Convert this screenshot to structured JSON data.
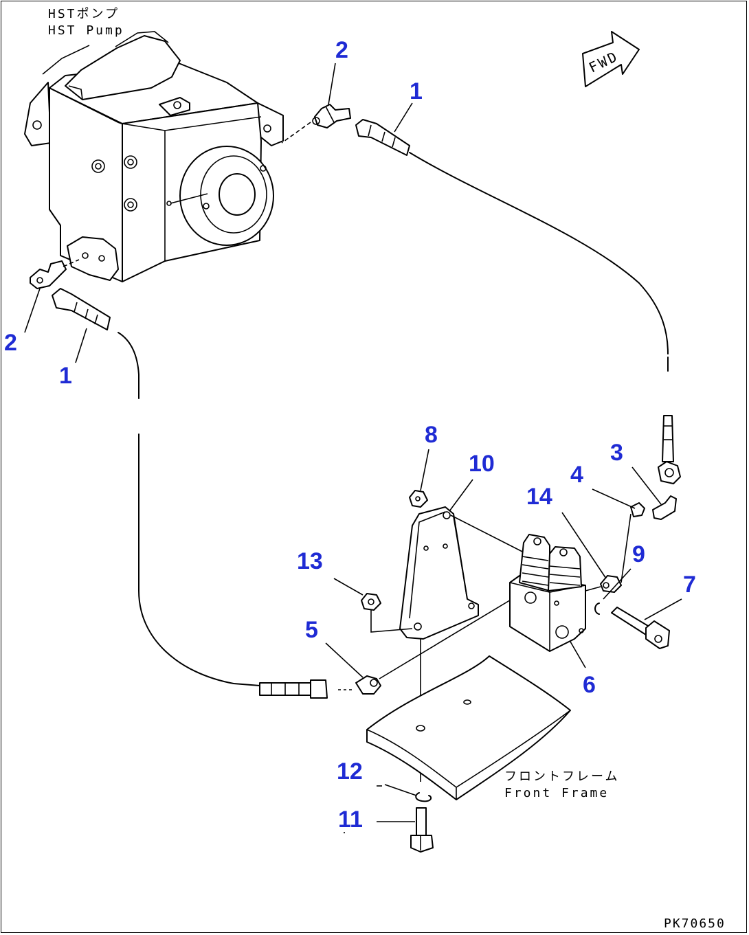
{
  "labels": {
    "hst_pump_jp": "HSTポンプ",
    "hst_pump_en": "HST Pump",
    "front_frame_jp": "フロントフレーム",
    "front_frame_en": "Front Frame",
    "fwd": "FWD",
    "drawing_no": "PK70650"
  },
  "callouts": [
    {
      "id": "c2-top",
      "text": "2"
    },
    {
      "id": "c1-top",
      "text": "1"
    },
    {
      "id": "c2-left",
      "text": "2"
    },
    {
      "id": "c1-left",
      "text": "1"
    },
    {
      "id": "c8",
      "text": "8"
    },
    {
      "id": "c10",
      "text": "10"
    },
    {
      "id": "c3",
      "text": "3"
    },
    {
      "id": "c4",
      "text": "4"
    },
    {
      "id": "c14",
      "text": "14"
    },
    {
      "id": "c9",
      "text": "9"
    },
    {
      "id": "c7",
      "text": "7"
    },
    {
      "id": "c13",
      "text": "13"
    },
    {
      "id": "c5",
      "text": "5"
    },
    {
      "id": "c6",
      "text": "6"
    },
    {
      "id": "c12",
      "text": "12"
    },
    {
      "id": "c11",
      "text": "11"
    }
  ],
  "colors": {
    "callout": "#1f2bd4",
    "line": "#000000",
    "background": "#ffffff"
  }
}
